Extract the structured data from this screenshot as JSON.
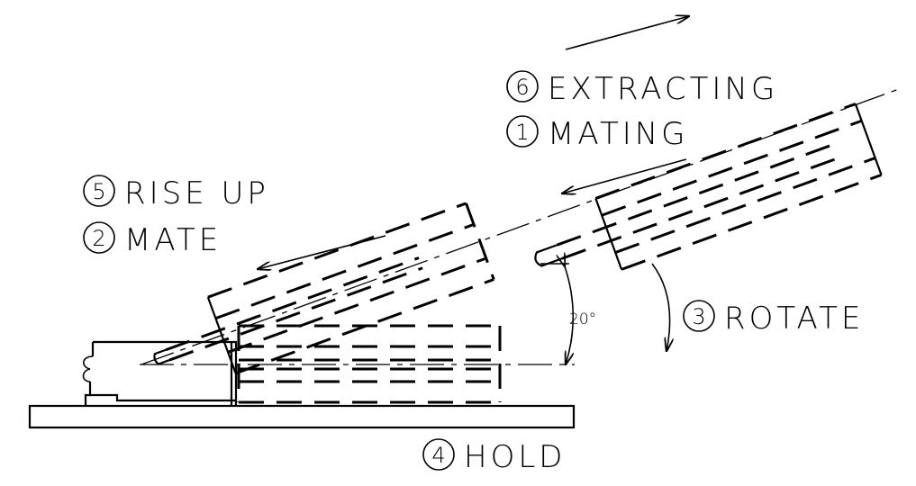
{
  "steps": [
    {
      "number": "1",
      "label": "MATING"
    },
    {
      "number": "2",
      "label": "MATE"
    },
    {
      "number": "3",
      "label": "ROTATE"
    },
    {
      "number": "4",
      "label": "HOLD"
    },
    {
      "number": "5",
      "label": "RISE UP"
    },
    {
      "number": "6",
      "label": "EXTRACTING"
    }
  ],
  "angle_label": "20°"
}
